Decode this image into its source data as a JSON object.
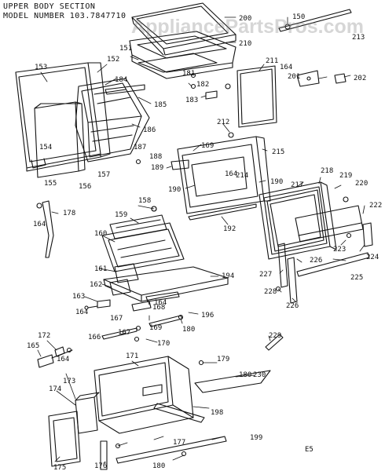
{
  "header": {
    "section_title": "UPPER BODY SECTION",
    "model_line": "MODEL NUMBER  103.7847710"
  },
  "watermark": "AppliancePartsPros.com",
  "diagram_code": "E5",
  "colors": {
    "ink": "#111111",
    "background": "#ffffff",
    "watermark": "#828282"
  },
  "part_labels": [
    "150",
    "151",
    "152",
    "153",
    "154",
    "155",
    "156",
    "157",
    "158",
    "159",
    "160",
    "161",
    "162",
    "163",
    "164",
    "164",
    "164",
    "164",
    "164",
    "164",
    "165",
    "166",
    "167",
    "167",
    "168",
    "169",
    "169",
    "170",
    "171",
    "172",
    "173",
    "174",
    "175",
    "176",
    "177",
    "178",
    "179",
    "180",
    "180",
    "180",
    "181",
    "182",
    "183",
    "184",
    "185",
    "186",
    "187",
    "188",
    "189",
    "190",
    "190",
    "192",
    "194",
    "196",
    "198",
    "199",
    "200",
    "201",
    "202",
    "210",
    "211",
    "212",
    "213",
    "214",
    "215",
    "217",
    "218",
    "219",
    "220",
    "222",
    "223",
    "224",
    "225",
    "226",
    "226",
    "227",
    "228",
    "229",
    "230"
  ]
}
